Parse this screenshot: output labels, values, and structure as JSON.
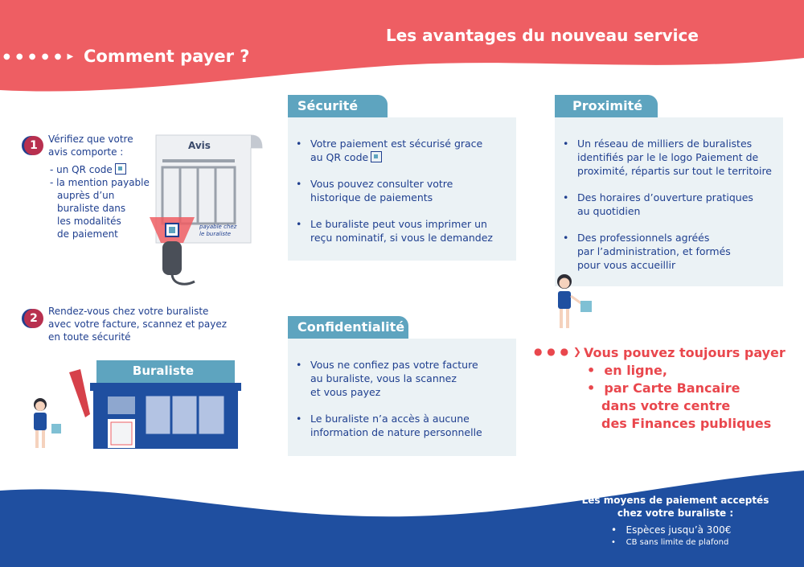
{
  "header": {
    "advantages_title": "Les avantages du  nouveau service",
    "how_to_pay": "Comment payer ?"
  },
  "steps": {
    "step1": {
      "number": "1",
      "intro_line1": "Vérifiez que votre",
      "intro_line2": "avis comporte :",
      "item1": "- un QR code",
      "item2_lines": [
        "- la mention payable",
        "auprès d’un",
        "buraliste dans",
        "les modalités",
        "de paiement"
      ]
    },
    "step2": {
      "number": "2",
      "lines": [
        "Rendez-vous chez votre buraliste",
        "avec votre facture, scannez et payez",
        "en toute sécurité"
      ]
    }
  },
  "avis_doc": {
    "title": "Avis",
    "stamp_lines": [
      "payable chez",
      "le buraliste"
    ]
  },
  "shop": {
    "sign": "Buraliste"
  },
  "securite": {
    "tab": "Sécurité",
    "items": [
      [
        "Votre paiement est sécurisé grace",
        "au QR code"
      ],
      [
        "Vous pouvez consulter votre",
        "historique de paiements"
      ],
      [
        "Le buraliste peut vous imprimer un",
        "reçu nominatif, si vous le demandez"
      ]
    ]
  },
  "proximite": {
    "tab": "Proximité",
    "items": [
      [
        "Un réseau de milliers de buralistes",
        "identifiés par le le logo Paiement de",
        "proximité, répartis sur tout le territoire"
      ],
      [
        "Des horaires d’ouverture pratiques",
        "au quotidien"
      ],
      [
        "Des professionnels agréés",
        "par l’administration, et formés",
        "pour vous accueillir"
      ]
    ]
  },
  "confidentialite": {
    "tab": "Confidentialité",
    "items": [
      [
        "Vous ne confiez pas votre facture",
        "au buraliste, vous la scannez",
        "et vous payez"
      ],
      [
        "Le buraliste n’a accès à aucune",
        "information de nature personnelle"
      ]
    ]
  },
  "still_pay": {
    "title": "Vous pouvez toujours payer",
    "item1": "en ligne,",
    "item2_lines": [
      "par Carte Bancaire",
      "dans votre centre",
      "des Finances publiques"
    ]
  },
  "footer": {
    "line1": "Les moyens de paiement acceptés",
    "line2": "chez votre buraliste :",
    "item1": "Espèces jusqu’à 300€",
    "item2": "CB sans limite de plafond"
  },
  "colors": {
    "coral": "#ee5e63",
    "navy": "#1f3f8f",
    "teal": "#5ea4bf",
    "panel": "#ebf2f5",
    "red": "#e9474d"
  }
}
